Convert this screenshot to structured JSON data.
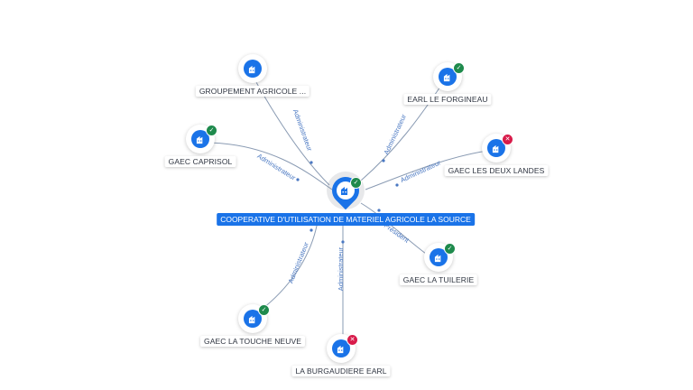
{
  "center": {
    "label": "COOPERATIVE D'UTILISATION DE MATERIEL AGRICOLE LA SOURCE",
    "icon": "building-icon",
    "status": "active"
  },
  "nodes": [
    {
      "id": "groupement-agricole",
      "label": "GROUPEMENT AGRICOLE ...",
      "status": "none",
      "edge_label": "Administrateur"
    },
    {
      "id": "earl-le-forgineau",
      "label": "EARL LE FORGINEAU",
      "status": "active",
      "edge_label": "Administrateur"
    },
    {
      "id": "gaec-caprisol",
      "label": "GAEC CAPRISOL",
      "status": "active",
      "edge_label": "Administrateur"
    },
    {
      "id": "gaec-les-deux-landes",
      "label": "GAEC LES DEUX LANDES",
      "status": "closed",
      "edge_label": "Administrateur"
    },
    {
      "id": "gaec-la-tuilerie",
      "label": "GAEC LA TUILERIE",
      "status": "active",
      "edge_label": "Président"
    },
    {
      "id": "gaec-la-touche-neuve",
      "label": "GAEC LA TOUCHE NEUVE",
      "status": "active",
      "edge_label": "Administrateur"
    },
    {
      "id": "la-burgaudiere-earl",
      "label": "LA BURGAUDIERE EARL",
      "status": "closed",
      "edge_label": "Administrateur"
    }
  ],
  "badges": {
    "active": "✓",
    "closed": "✕"
  },
  "colors": {
    "accent": "#1a73e8",
    "active": "#1e8a4c",
    "closed": "#d81b4a",
    "edge": "#8a9bb3",
    "edge_label": "#4a78c2"
  }
}
